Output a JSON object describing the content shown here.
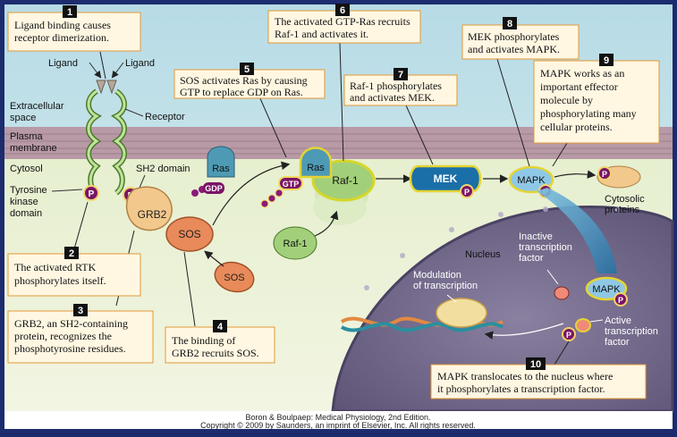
{
  "colors": {
    "frame": "#1c2c6e",
    "sky": "#bfe0ea",
    "membrane": "#b99aa8",
    "cytosol": "#ecf2d4",
    "nucleus": "#6d6383",
    "callout_bg": "#fff7e2",
    "callout_border": "#e29838",
    "badge": "#111111",
    "phospho": "#7a1466",
    "ras": "#4e9ab4",
    "raf": "#a2d07a",
    "mek": "#1a6fa8",
    "mapk": "#8fc8e6",
    "grb2": "#f2c88c",
    "sos": "#e88a5a"
  },
  "regions": {
    "extracellular": "Extracellular space",
    "plasma": "Plasma membrane",
    "cytosol": "Cytosol",
    "tyrosine": "Tyrosine kinase domain",
    "nucleus": "Nucleus"
  },
  "labels": {
    "ligand_left": "Ligand",
    "ligand_right": "Ligand",
    "receptor": "Receptor",
    "sh2": "SH2 domain",
    "grb2": "GRB2",
    "sos": "SOS",
    "sos_free": "SOS",
    "ras": "Ras",
    "ras_active": "Ras",
    "gdp": "GDP",
    "gtp": "GTP",
    "raf_active": "Raf-1",
    "raf_free": "Raf-1",
    "mek": "MEK",
    "mapk": "MAPK",
    "mapk_nuclear": "MAPK",
    "p": "P",
    "cytosolic_proteins": "Cytosolic proteins",
    "inactive_tf": "Inactive transcription factor",
    "active_tf": "Active transcription factor",
    "modulation": "Modulation of transcription"
  },
  "callouts": [
    {
      "num": "1",
      "text": "Ligand binding causes receptor dimerization."
    },
    {
      "num": "2",
      "text": "The activated RTK phosphorylates itself."
    },
    {
      "num": "3",
      "text": "GRB2, an SH2-containing protein, recognizes the phosphotyrosine residues."
    },
    {
      "num": "4",
      "text": "The binding of GRB2 recruits SOS."
    },
    {
      "num": "5",
      "text": "SOS activates Ras by causing GTP to replace GDP on Ras."
    },
    {
      "num": "6",
      "text": "The activated GTP-Ras recruits Raf-1 and activates it."
    },
    {
      "num": "7",
      "text": "Raf-1 phosphorylates and activates MEK."
    },
    {
      "num": "8",
      "text": "MEK phosphorylates and activates MAPK."
    },
    {
      "num": "9",
      "text": "MAPK works as an important effector molecule by phosphorylating many cellular proteins."
    },
    {
      "num": "10",
      "text": "MAPK translocates to the nucleus where it phosphorylates a transcription factor."
    }
  ],
  "footer": {
    "line1": "Boron & Boulpaep: Medical Physiology, 2nd Edition.",
    "line2": "Copyright © 2009 by Saunders, an imprint of Elsevier, Inc. All rights reserved."
  }
}
